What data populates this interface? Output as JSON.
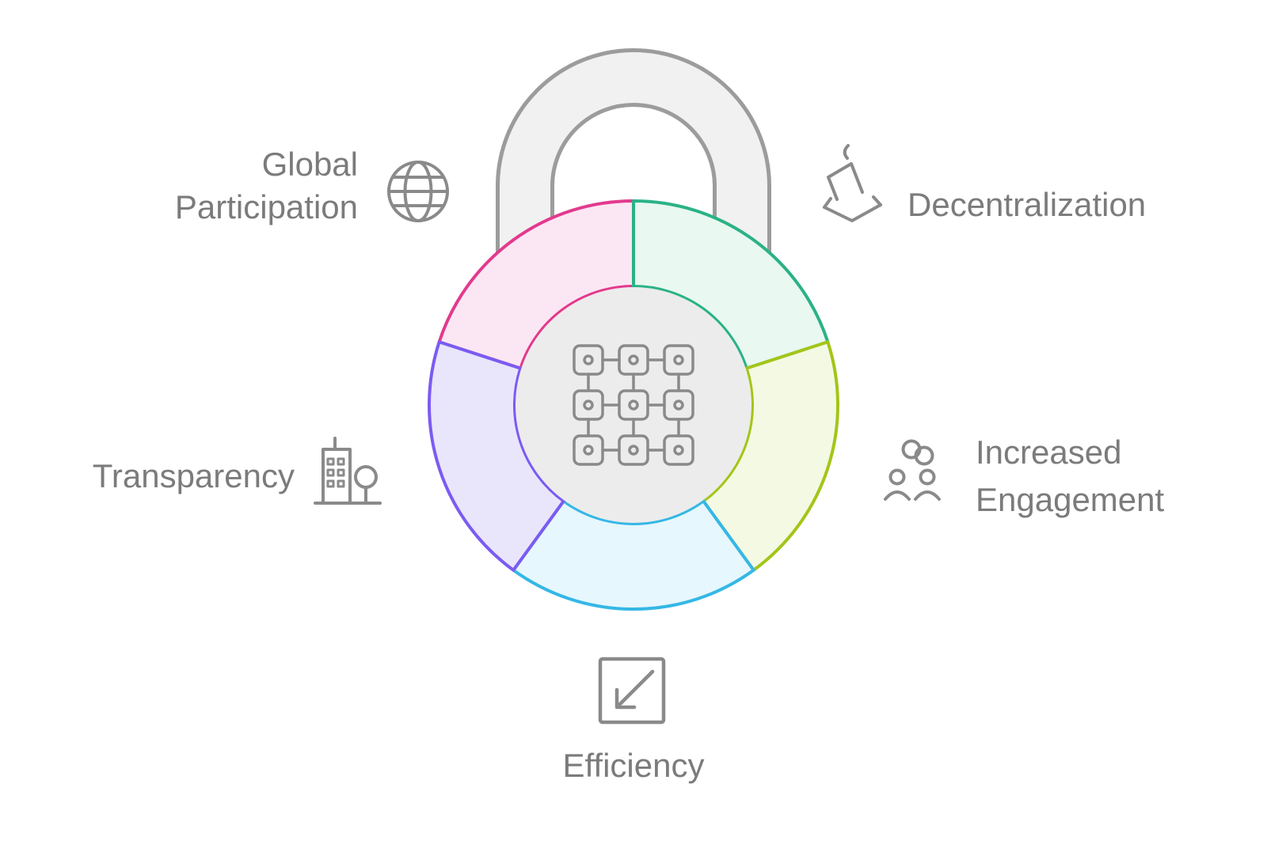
{
  "diagram": {
    "kind": "padlock-donut-infographic",
    "center_icon": "blockchain-grid-icon"
  },
  "colors": {
    "background": "#ffffff",
    "shackle_fill": "#f1f1f1",
    "shackle_stroke": "#9c9c9c",
    "hub_fill": "#ececec",
    "text": "#7b7b7b",
    "icon": "#8a8a8a"
  },
  "chart_data": {
    "type": "pie",
    "donut": true,
    "legend_position": "around",
    "categories": [
      "Global Participation",
      "Decentralization",
      "Increased Engagement",
      "Efficiency",
      "Transparency"
    ],
    "values": [
      20,
      20,
      20,
      20,
      20
    ],
    "segments": [
      {
        "id": "global-participation",
        "label": "Global Participation",
        "value": 20,
        "fill": "#fbe7f3",
        "stroke": "#e23a8e"
      },
      {
        "id": "decentralization",
        "label": "Decentralization",
        "value": 20,
        "fill": "#e9f8f0",
        "stroke": "#2ab287"
      },
      {
        "id": "increased-engagement",
        "label": "Increased Engagement",
        "value": 20,
        "fill": "#f4f9e3",
        "stroke": "#a3c519"
      },
      {
        "id": "efficiency",
        "label": "Efficiency",
        "value": 20,
        "fill": "#e6f7fd",
        "stroke": "#35b7e5"
      },
      {
        "id": "transparency",
        "label": "Transparency",
        "value": 20,
        "fill": "#e9e6fb",
        "stroke": "#7b5bf2"
      }
    ]
  },
  "labels": {
    "global_participation": {
      "lines": [
        "Global",
        "Participation"
      ],
      "icon": "globe-icon"
    },
    "decentralization": {
      "lines": [
        "Decentralization"
      ],
      "icon": "vote-ballot-icon"
    },
    "transparency": {
      "lines": [
        "Transparency"
      ],
      "icon": "building-tree-icon"
    },
    "increased_engagement": {
      "lines": [
        "Increased",
        "Engagement"
      ],
      "icon": "people-link-icon"
    },
    "efficiency": {
      "lines": [
        "Efficiency"
      ],
      "icon": "expand-arrow-icon"
    }
  }
}
